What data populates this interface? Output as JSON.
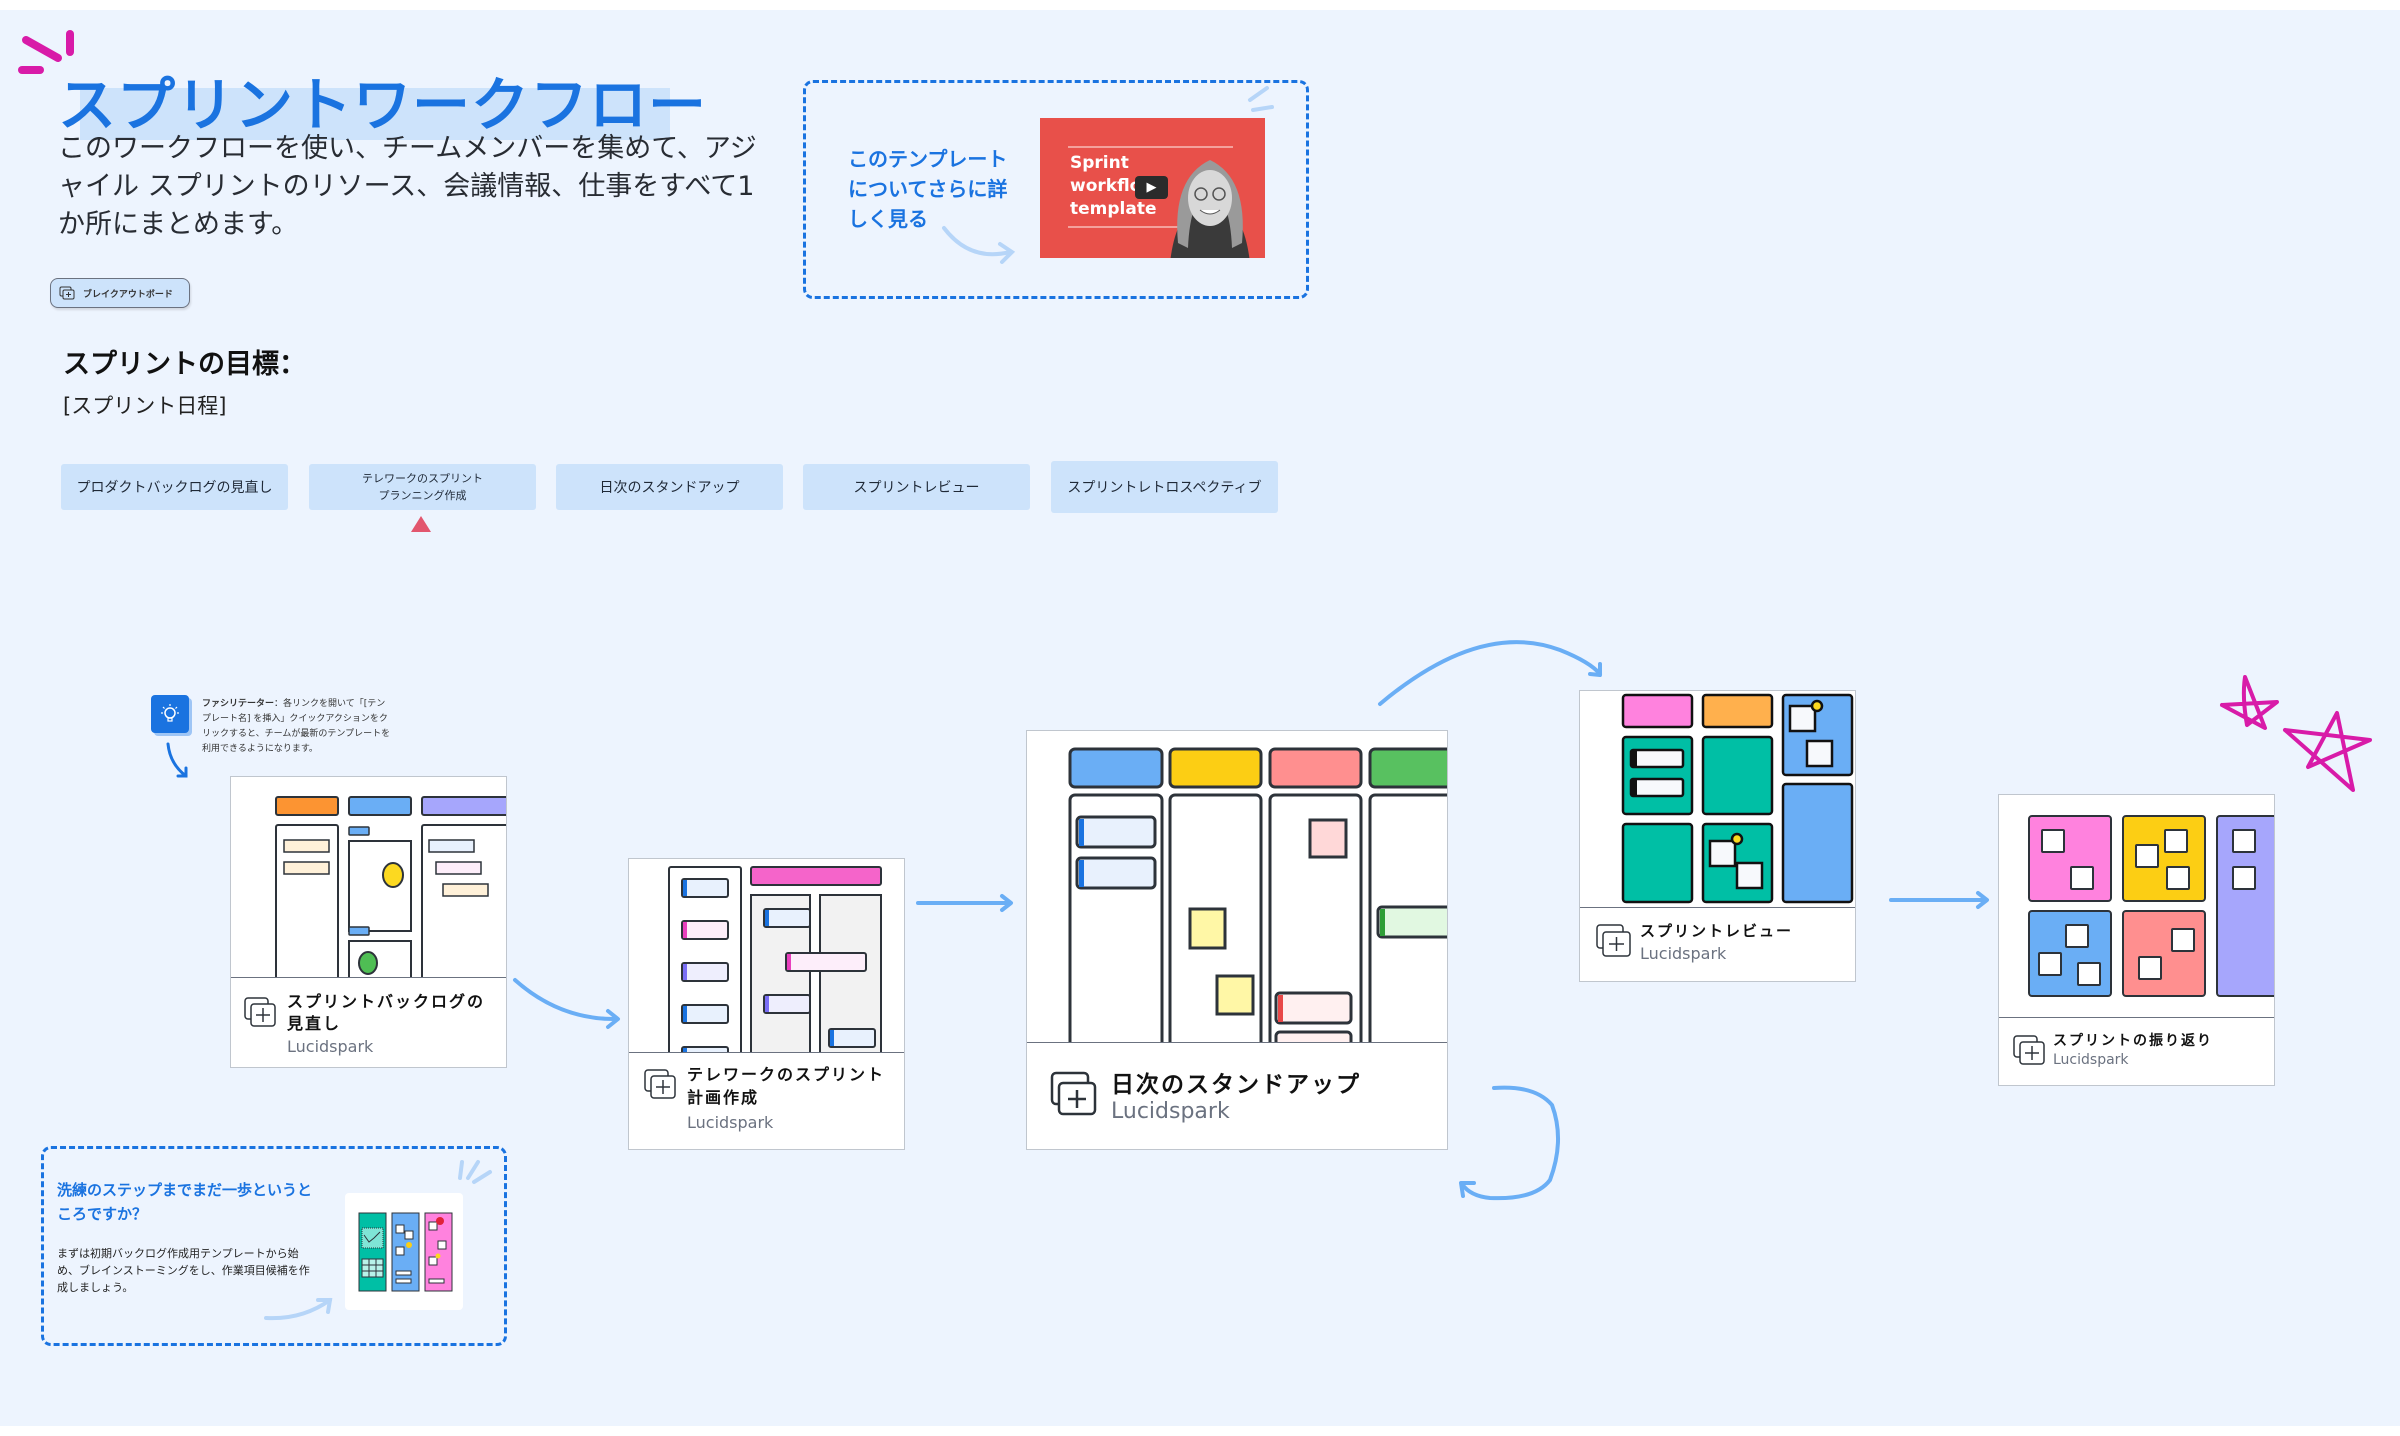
{
  "header": {
    "title": "スプリントワークフロー",
    "description": "このワークフローを使い、チームメンバーを集めて、アジャイル スプリントのリソース、会議情報、仕事をすべて1か所にまとめます。",
    "breakout_button": "ブレイクアウトボード"
  },
  "goal": {
    "heading": "スプリントの目標：",
    "schedule": "[スプリント日程]"
  },
  "stages": [
    {
      "label": "プロダクトバックログの見直し"
    },
    {
      "label": "テレワークのスプリント\nプランニング作成",
      "line1": "テレワークのスプリント",
      "line2": "プランニング作成",
      "current": true
    },
    {
      "label": "日次のスタンドアップ"
    },
    {
      "label": "スプリントレビュー"
    },
    {
      "label": "スプリントレトロスペクティブ"
    }
  ],
  "learn_more": {
    "text_line1": "このテンプレート",
    "text_line2": "についてさらに詳",
    "text_line3": "しく見る",
    "video_title_line1": "Sprint",
    "video_title_line2": "workflo",
    "video_title_line3": "template",
    "play_icon": "play-icon"
  },
  "facilitator": {
    "label": "ファシリテーター",
    "text": "：各リンクを開いて「[テンプレート名] を挿入」クイックアクションをクリックすると、チームが最新のテンプレートを利用できるようになります。",
    "icon": "lightbulb-icon"
  },
  "cards": [
    {
      "title": "スプリントバックログの見直し",
      "source": "Lucidspark"
    },
    {
      "title": "テレワークのスプリント計画作成",
      "source": "Lucidspark"
    },
    {
      "title": "日次のスタンドアップ",
      "source": "Lucidspark"
    },
    {
      "title": "スプリントレビュー",
      "source": "Lucidspark"
    },
    {
      "title": "スプリントの振り返り",
      "source": "Lucidspark"
    }
  ],
  "nudge": {
    "heading": "洗練のステップまでまだ一歩というところですか？",
    "body": "まずは初期バックログ作成用テンプレートから始め、ブレインストーミングをし、作業項目候補を作成しましょう。"
  },
  "colors": {
    "canvas": "#edf4fe",
    "accent": "#1a73e0",
    "highlight": "#cde3fb",
    "arrow": "#6aaef5",
    "doodle": "#d81ba8",
    "marker": "#e2566e"
  }
}
